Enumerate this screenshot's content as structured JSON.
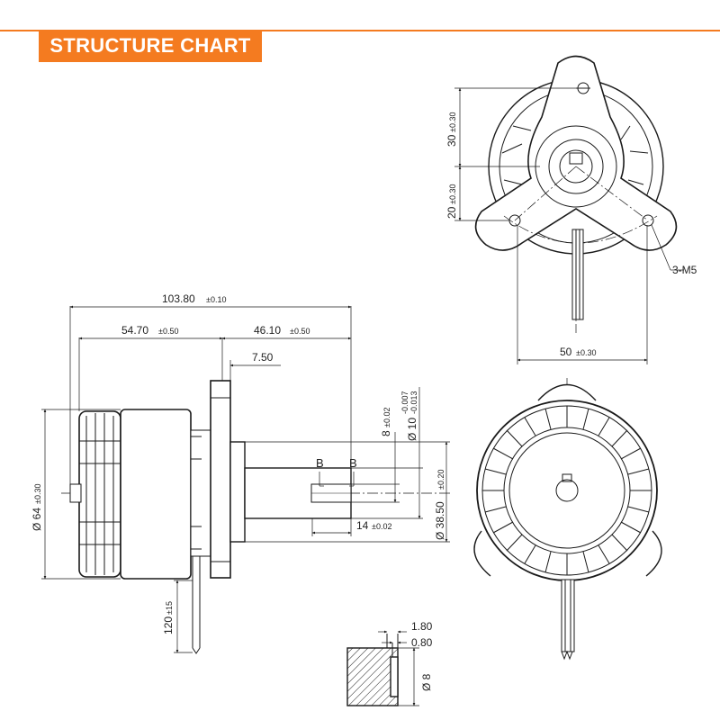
{
  "header": {
    "title": "STRUCTURE CHART",
    "accent_color": "#f47b20"
  },
  "line_color": "#1a1a1a",
  "dimensions": {
    "overall_length": "103.80",
    "overall_length_tol": "±0.10",
    "body_length": "54.70",
    "body_length_tol": "±0.50",
    "shaft_length": "46.10",
    "shaft_length_tol": "±0.50",
    "flange_thickness": "7.50",
    "key_section": "B",
    "key_depth": "8",
    "key_depth_tol": "±0.02",
    "shaft_dia": "Ø 10",
    "shaft_dia_tol_upper": "-0.007",
    "shaft_dia_tol_lower": "-0.013",
    "spigot_dia": "Ø 38.50",
    "spigot_dia_tol": "±0.20",
    "key_length": "14",
    "key_length_tol": "±0.02",
    "body_dia": "Ø 64",
    "body_dia_tol": "±0.30",
    "lead_length": "120",
    "lead_length_tol": "±15",
    "mount_upper": "30",
    "mount_upper_tol": "±0.30",
    "mount_lower": "20",
    "mount_lower_tol": "±0.30",
    "mount_holes": "3-M5",
    "mount_span": "50",
    "mount_span_tol": "±0.30",
    "section_w1": "1.80",
    "section_w2": "0.80",
    "section_dia": "Ø 8"
  }
}
